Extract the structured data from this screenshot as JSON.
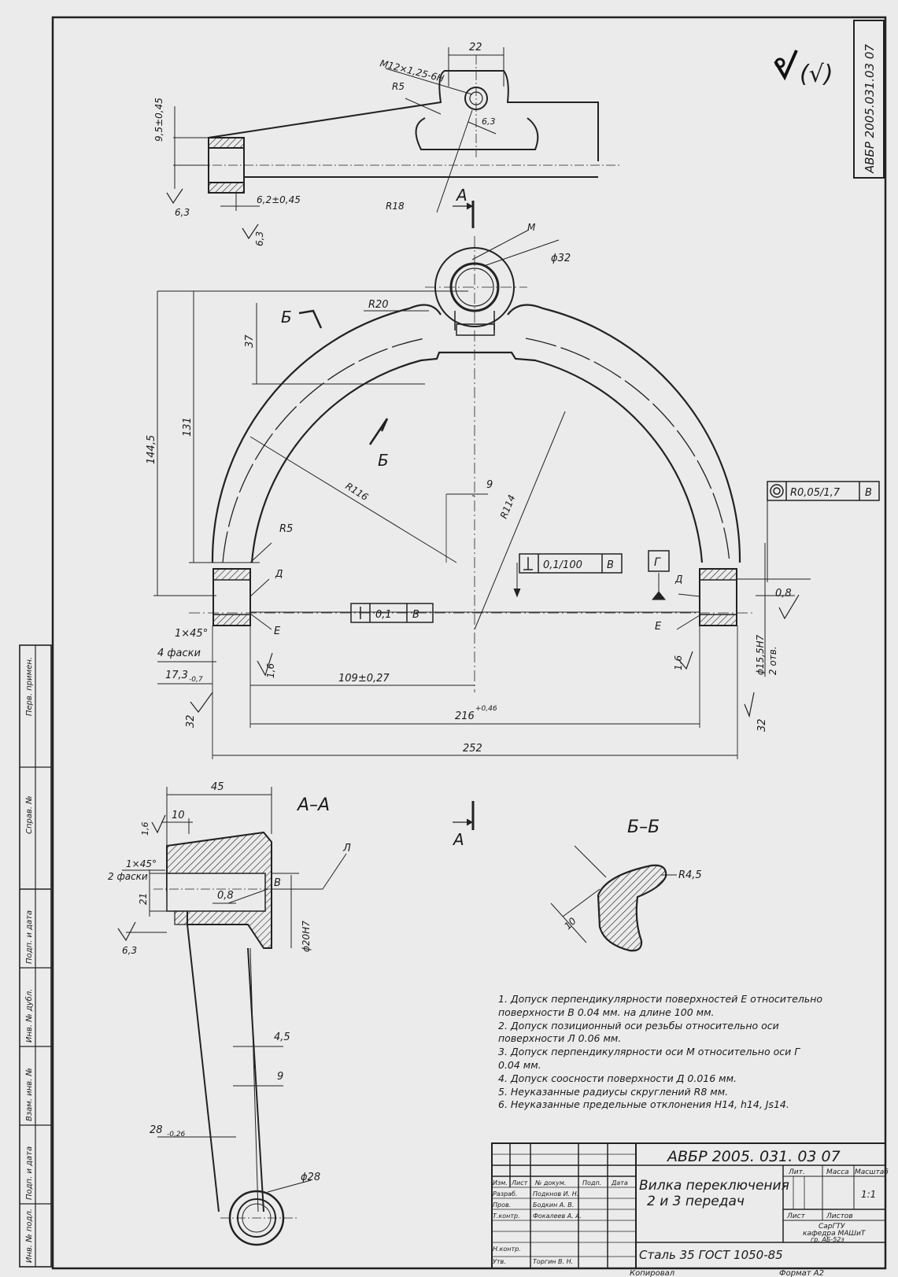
{
  "drawing": {
    "code_side": "АВБР 2005.031.03 07",
    "roughness_general": "(√)",
    "code": "АВБР  2005. 031. 03 07",
    "title_line1": "Вилка переключения",
    "title_line2": "2 и 3 передач",
    "material": "Сталь 35 ГОСТ 1050-85",
    "organization": [
      "СарГТУ",
      "кафедра МАШиТ",
      "гр. АБ-52з"
    ],
    "scale": "1:1",
    "copied": "Копировал",
    "format": "Формат  А2"
  },
  "title_block": {
    "col_headers": [
      "Изм.",
      "Лист",
      "№ докум.",
      "Подп.",
      "Дата"
    ],
    "roles": [
      "Разраб.",
      "Пров.",
      "Т.контр.",
      "",
      "Н.контр.",
      "Утв."
    ],
    "names": [
      "Подкнов И. Н.",
      "Бодкин А. В.",
      "Фокалеев А. А.",
      "",
      "",
      "Торгин В. Н."
    ],
    "labels": {
      "lit": "Лит.",
      "mass": "Масса",
      "scale": "Масштаб",
      "sheet": "Лист",
      "sheets": "Листов"
    }
  },
  "left_strip": [
    "Перв. примен.",
    "Справ. №",
    "Подп. и дата",
    "Инв. № дубл.",
    "Взам. инв. №",
    "Подп. и дата",
    "Инв. № подл."
  ],
  "notes": [
    "1. Допуск перпендикулярности    поверхностей Е относительно",
    "    поверхности В 0.04 мм. на длине       100 мм.",
    "2. Допуск позиционный оси резьбы    относительно оси",
    "поверхности Л      0.06 мм.",
    "3. Допуск перпендикулярности оси М      относительно оси Г",
    "0.04 мм.",
    "4. Допуск соосности поверхности Д       0.016 мм.",
    "5. Неуказанные радиусы скруглений R8 мм.",
    "6. Неуказанные предельные отклонения H14, h14, Js14."
  ],
  "dimensions": {
    "d22": "22",
    "thread": "M12×1,25-6H",
    "r5_top": "R5",
    "r6": "6,3",
    "d95": "9,5±0,45",
    "d62": "6,2±0,45",
    "r63a": "6,3",
    "r63b": "6,3",
    "r18": "R18",
    "m": "M",
    "phi32": "ϕ32",
    "r20": "R20",
    "d37": "37",
    "d131": "131",
    "d1445": "144,5",
    "r116": "R116",
    "r114": "R114",
    "d9": "9",
    "r5": "R5",
    "d_l": "Д",
    "d_r": "Д",
    "e_l": "Е",
    "e_r": "Е",
    "chamfer": "1×45°",
    "chamfer_count": "4 фаски",
    "d173": "17,3",
    "d173_tol": "-0,7",
    "r16a": "1,6",
    "r16b": "1,6",
    "d109": "109±0,27",
    "d216": "216",
    "d216_tol": "+0,46",
    "d32a": "32",
    "d32b": "32",
    "d252": "252",
    "fcf1_val": "0,1/100",
    "fcf1_ref": "В",
    "fcf2_val": "0,1",
    "fcf2_ref": "В",
    "fcf3_val": "R0,05/1,7",
    "fcf3_ref": "В",
    "datum_g": "Г",
    "d08": "0,8",
    "bore": "ϕ15,5Н7",
    "bore_count": "2 отв.",
    "d45": "45",
    "d10": "10",
    "r16c": "1,6",
    "chamfer2": "1×45°",
    "chamfer2_count": "2 фаски",
    "d21": "21",
    "r63c": "6,3",
    "d08b": "0,8",
    "l": "Л",
    "v": "В",
    "phi20": "ϕ20Н7",
    "d45b": "4,5",
    "d9b": "9",
    "d28": "28",
    "d28_tol": "-0,26",
    "phi28": "ϕ28",
    "r45": "R4,5",
    "d10b": "10"
  },
  "sections": {
    "aa": "А–А",
    "bb": "Б–Б",
    "a_mark": "А",
    "b_mark": "Б"
  }
}
